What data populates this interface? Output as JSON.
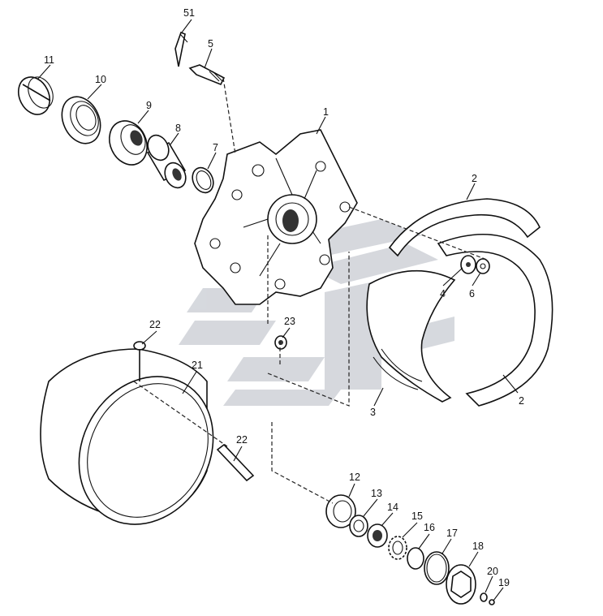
{
  "diagram": {
    "labels": {
      "l51": "51",
      "l5": "5",
      "l11": "11",
      "l10": "10",
      "l9": "9",
      "l8": "8",
      "l7": "7",
      "l1": "1",
      "l2a": "2",
      "l2b": "2",
      "l4": "4",
      "l6": "6",
      "l3": "3",
      "l22a": "22",
      "l23": "23",
      "l21": "21",
      "l22b": "22",
      "l12": "12",
      "l13": "13",
      "l14": "14",
      "l15": "15",
      "l16": "16",
      "l17": "17",
      "l18": "18",
      "l20": "20",
      "l19": "19"
    },
    "colors": {
      "line": "#111111",
      "watermark": "#cfd2d8",
      "background": "#ffffff"
    }
  }
}
